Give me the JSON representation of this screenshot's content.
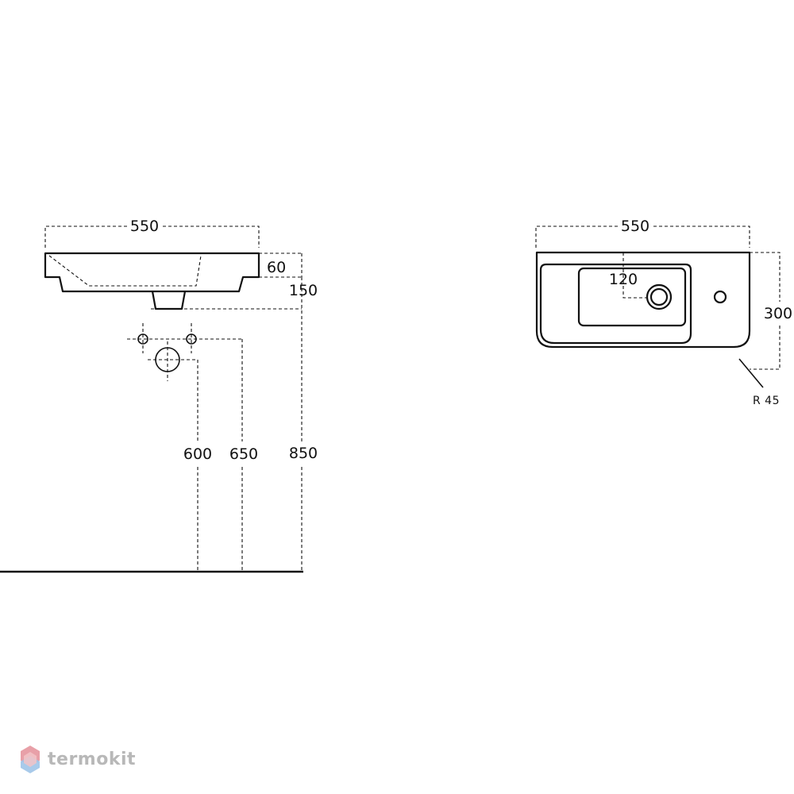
{
  "side_view": {
    "width_label": "550",
    "rim_height_label": "60",
    "drain_offset_label": "150",
    "waste_height_label": "600",
    "supply_height_label": "650",
    "rim_from_floor_label": "850"
  },
  "top_view": {
    "width_label": "550",
    "depth_label": "300",
    "tap_offset_label": "120",
    "corner_radius_label": "R 45"
  },
  "logo": {
    "text": "termokit",
    "colors": [
      "#e8a0a8",
      "#9fc4e8",
      "#f2c4c8"
    ]
  }
}
